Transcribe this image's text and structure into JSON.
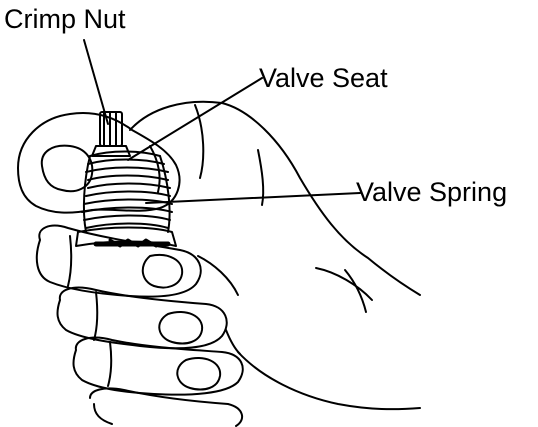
{
  "labels": {
    "crimp_nut": "Crimp Nut",
    "valve_seat": "Valve Seat",
    "valve_spring": "Valve Spring"
  },
  "colors": {
    "line": "#000000",
    "background": "#ffffff"
  }
}
